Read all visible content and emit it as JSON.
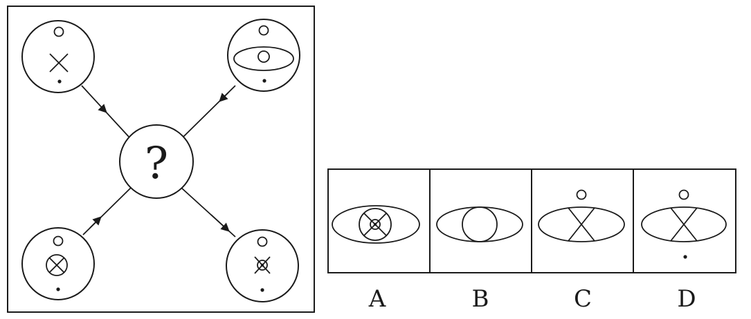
{
  "puzzle": {
    "center_symbol": "?",
    "option_labels": [
      "A",
      "B",
      "C",
      "D"
    ]
  }
}
